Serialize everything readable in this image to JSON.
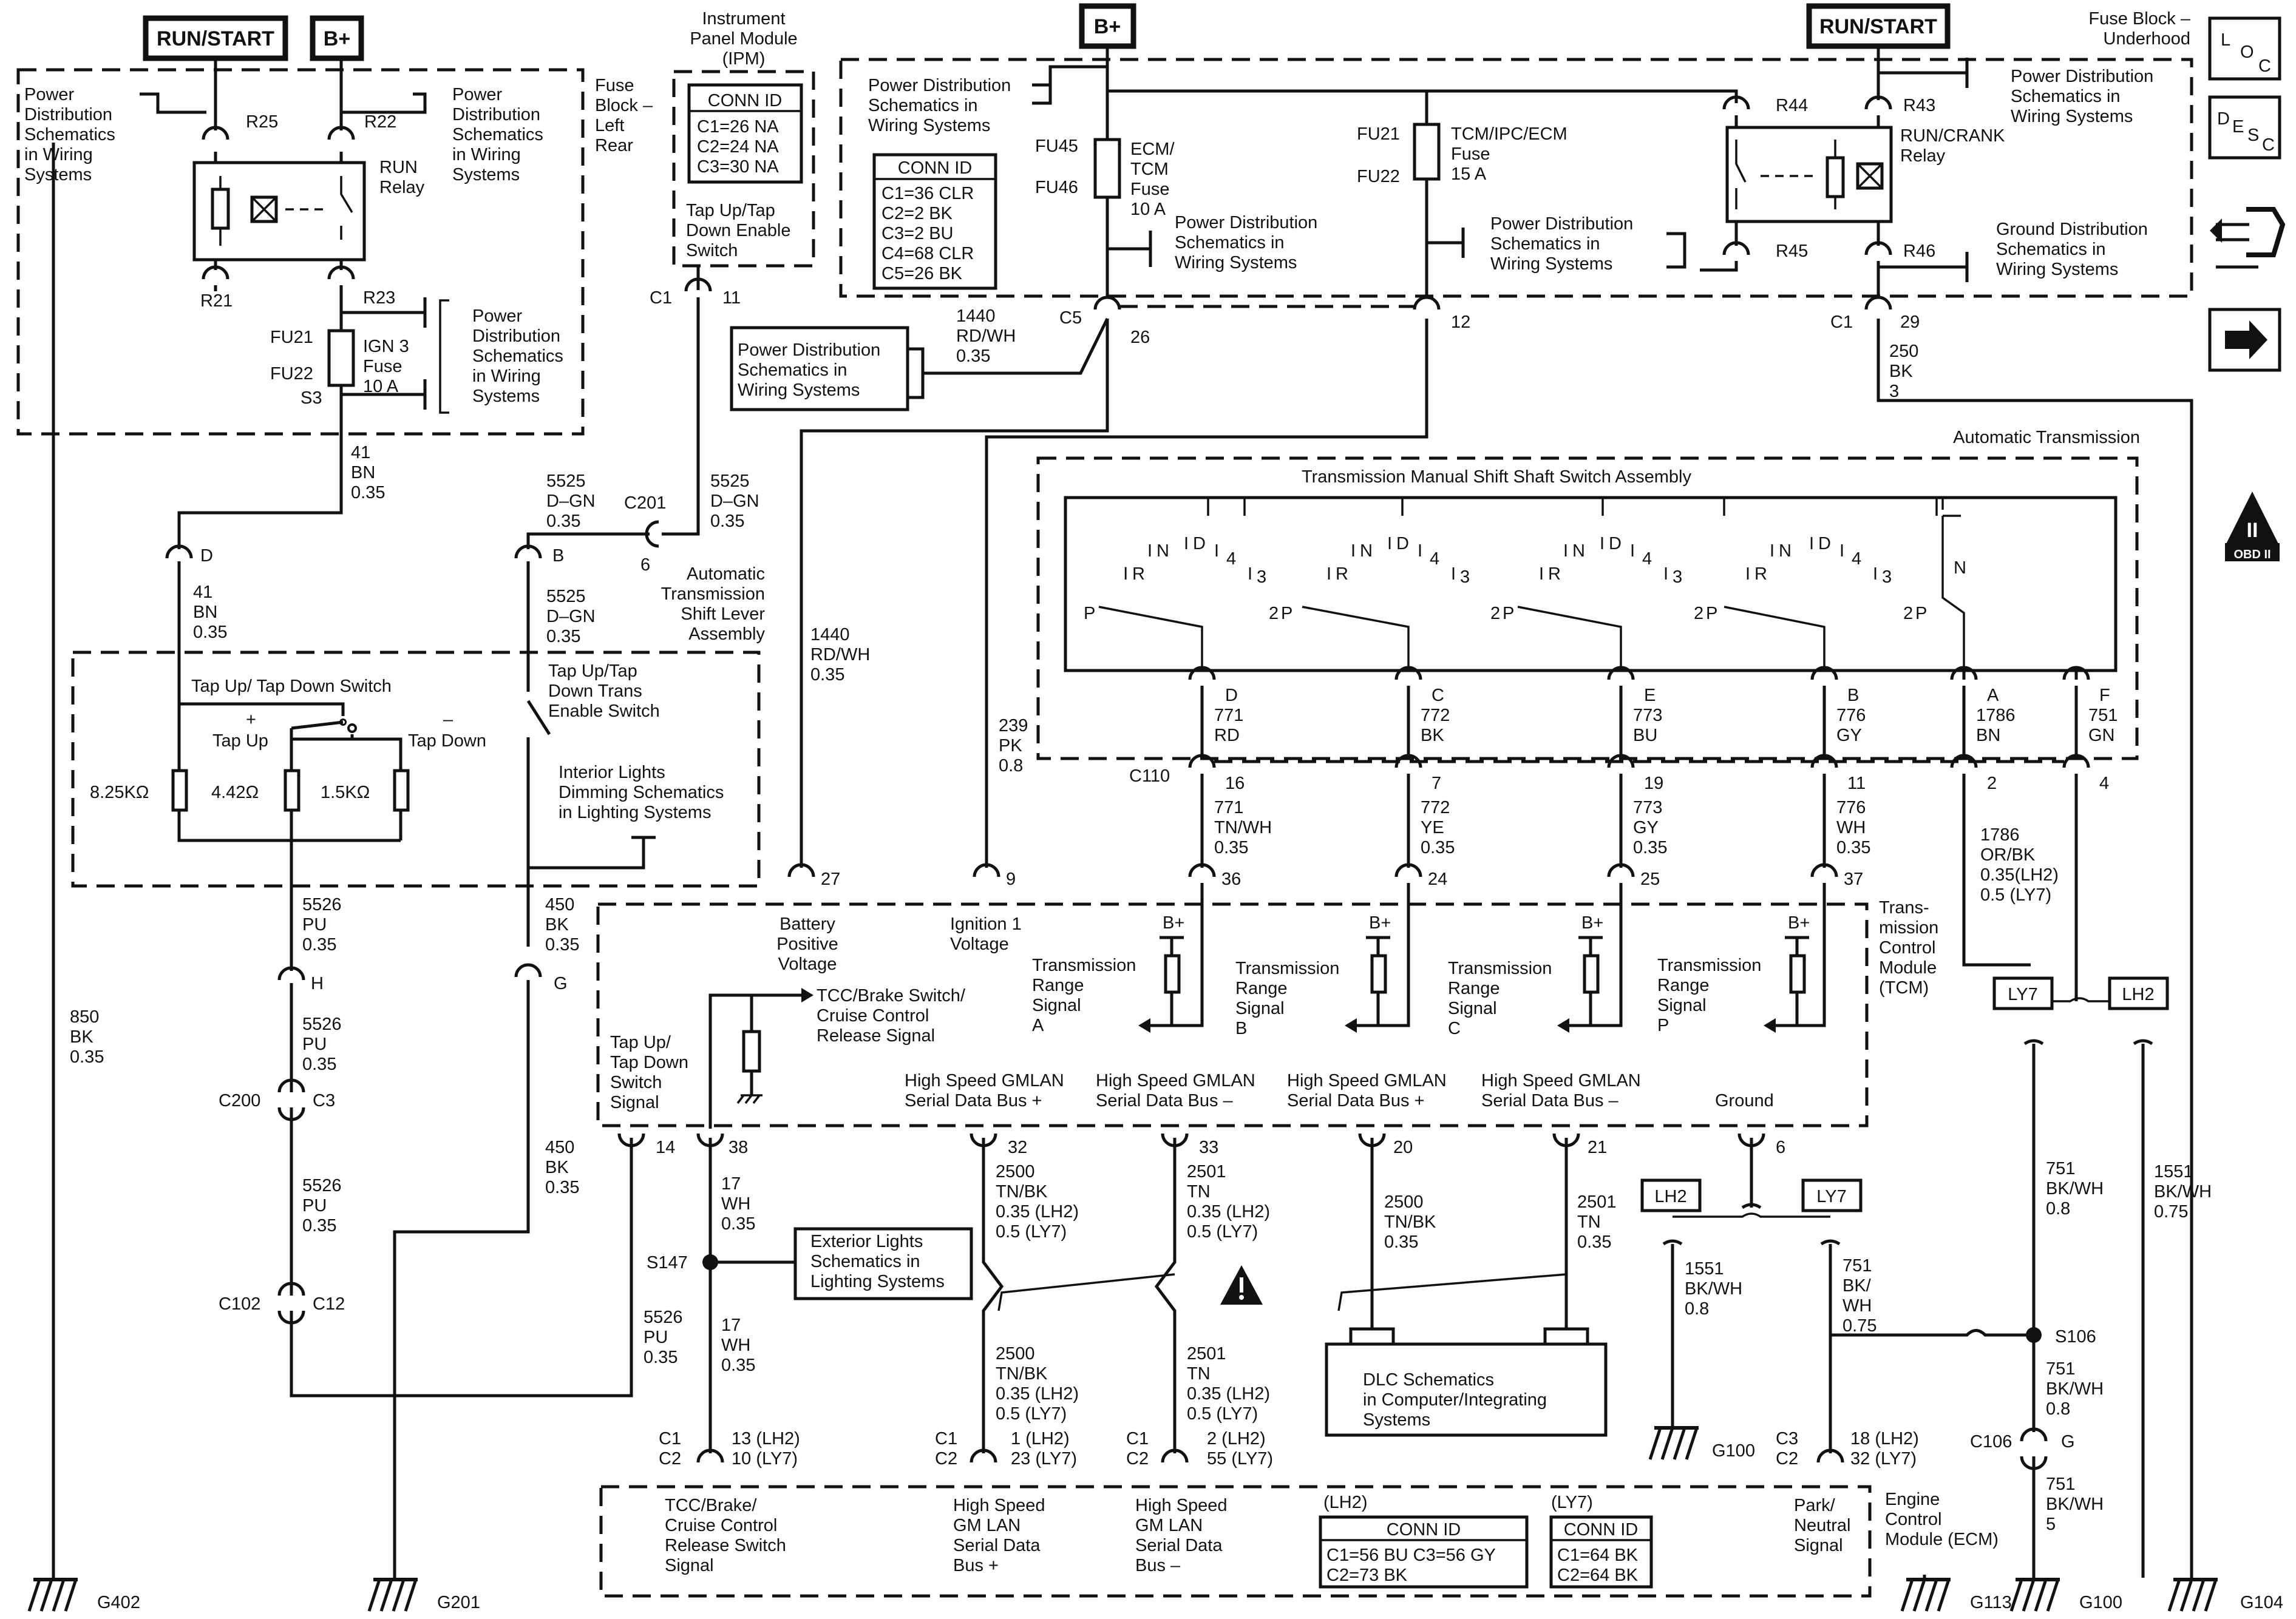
{
  "top_supplies": {
    "run_start_left": "RUN/START",
    "bplus_left": "B+",
    "bplus_center": "B+",
    "run_start_right": "RUN/START"
  },
  "fuse_block_left": {
    "title": [
      "Fuse",
      "Block –",
      "Left",
      "Rear"
    ],
    "pd_left_lines": [
      "Power",
      "Distribution",
      "Schematics",
      "in Wiring",
      "Systems"
    ],
    "pd_right_lines": [
      "Power",
      "Distribution",
      "Schematics",
      "in Wiring",
      "Systems"
    ],
    "pd_lower_lines": [
      "Power",
      "Distribution",
      "Schematics",
      "in Wiring",
      "Systems"
    ],
    "r25": "R25",
    "r22": "R22",
    "r21": "R21",
    "r23": "R23",
    "relay_lines": [
      "RUN",
      "Relay"
    ],
    "fu21": "FU21",
    "fu22": "FU22",
    "s3": "S3",
    "fuse_lines": [
      "IGN 3",
      "Fuse",
      "10 A"
    ]
  },
  "ipm": {
    "title_lines": [
      "Instrument",
      "Panel Module",
      "(IPM)"
    ],
    "conn_title": "CONN ID",
    "conn_lines": [
      "C1=26 NA",
      "C2=24 NA",
      "C3=30 NA"
    ],
    "switch_lines": [
      "Tap Up/Tap",
      "Down Enable",
      "Switch"
    ],
    "c1": "C1",
    "pin11": "11"
  },
  "fuse_block_underhood": {
    "title_lines": [
      "Fuse Block –",
      "Underhood"
    ],
    "pd1_lines": [
      "Power Distribution",
      "Schematics in",
      "Wiring Systems"
    ],
    "conn_title": "CONN ID",
    "conn_lines": [
      "C1=36 CLR",
      "C2=2 BK",
      "C3=2 BU",
      "C4=68 CLR",
      "C5=26 BK"
    ],
    "fu45": "FU45",
    "fu46": "FU46",
    "ecm_fuse_lines": [
      "ECM/",
      "TCM",
      "Fuse",
      "10 A"
    ],
    "pd2_lines": [
      "Power Distribution",
      "Schematics in",
      "Wiring Systems"
    ],
    "fu21": "FU21",
    "fu22": "FU22",
    "tcm_fuse_lines": [
      "TCM/IPC/ECM",
      "Fuse",
      "15 A"
    ],
    "pd3_lines": [
      "Power Distribution",
      "Schematics in",
      "Wiring Systems"
    ],
    "r44": "R44",
    "r43": "R43",
    "r45": "R45",
    "r46": "R46",
    "relay_lines": [
      "RUN/CRANK",
      "Relay"
    ],
    "pd4_lines": [
      "Power Distribution",
      "Schematics in",
      "Wiring Systems"
    ],
    "gd_lines": [
      "Ground Distribution",
      "Schematics in",
      "Wiring Systems"
    ],
    "c5": "C5",
    "pin26": "26",
    "pin12": "12",
    "c1": "C1",
    "pin29": "29"
  },
  "wires": {
    "w1440_top": [
      "1440",
      "RD/WH",
      "0.35"
    ],
    "w250": [
      "250",
      "BK",
      "3"
    ],
    "w41_top": [
      "41",
      "BN",
      "0.35"
    ],
    "w41_mid": [
      "41",
      "BN",
      "0.35"
    ],
    "w5525_a": [
      "5525",
      "D–GN",
      "0.35"
    ],
    "w5525_b": [
      "5525",
      "D–GN",
      "0.35"
    ],
    "w5525_c": [
      "5525",
      "D–GN",
      "0.35"
    ],
    "w1440_mid": [
      "1440",
      "RD/WH",
      "0.35"
    ],
    "w239": [
      "239",
      "PK",
      "0.8"
    ],
    "w5526_a": [
      "5526",
      "PU",
      "0.35"
    ],
    "w5526_b": [
      "5526",
      "PU",
      "0.35"
    ],
    "w5526_c": [
      "5526",
      "PU",
      "0.35"
    ],
    "w5526_d": [
      "5526",
      "PU",
      "0.35"
    ],
    "w450_a": [
      "450",
      "BK",
      "0.35"
    ],
    "w450_b": [
      "450",
      "BK",
      "0.35"
    ],
    "w850": [
      "850",
      "BK",
      "0.35"
    ],
    "w17_a": [
      "17",
      "WH",
      "0.35"
    ],
    "w17_b": [
      "17",
      "WH",
      "0.35"
    ],
    "w2500_a": [
      "2500",
      "TN/BK",
      "0.35  (LH2)",
      "0.5    (LY7)"
    ],
    "w2500_b": [
      "2500",
      "TN/BK",
      "0.35  (LH2)",
      "0.5    (LY7)"
    ],
    "w2501_a": [
      "2501",
      "TN",
      "0.35  (LH2)",
      "0.5    (LY7)"
    ],
    "w2501_b": [
      "2501",
      "TN",
      "0.35  (LH2)",
      "0.5    (LY7)"
    ],
    "w2500_c": [
      "2500",
      "TN/BK",
      "0.35"
    ],
    "w2501_c": [
      "2501",
      "TN",
      "0.35"
    ],
    "w771": [
      "771",
      "RD"
    ],
    "w772": [
      "772",
      "BK"
    ],
    "w773": [
      "773",
      "BU"
    ],
    "w776": [
      "776",
      "GY"
    ],
    "w1786": [
      "1786",
      "BN"
    ],
    "w751": [
      "751",
      "GN"
    ],
    "w771b": [
      "771",
      "TN/WH",
      "0.35"
    ],
    "w772b": [
      "772",
      "YE",
      "0.35"
    ],
    "w773b": [
      "773",
      "GY",
      "0.35"
    ],
    "w776b": [
      "776",
      "WH",
      "0.35"
    ],
    "w1786b": [
      "1786",
      "OR/BK",
      "0.35(LH2)",
      "0.5   (LY7)"
    ],
    "w751_a": [
      "751",
      "BK/WH",
      "0.8"
    ],
    "w1551_a": [
      "1551",
      "BK/WH",
      "0.75"
    ],
    "w1551_b": [
      "1551",
      "BK/WH",
      "0.8"
    ],
    "w751_b": [
      "751",
      "BK/",
      "WH",
      "0.75"
    ],
    "w751_c": [
      "751",
      "BK/WH",
      "0.8"
    ],
    "w751_d": [
      "751",
      "BK/WH",
      "5"
    ]
  },
  "connectors": {
    "c201": "C201",
    "pin6": "6",
    "D": "D",
    "B": "B",
    "H": "H",
    "G": "G",
    "c200": "C200",
    "c3": "C3",
    "c102": "C102",
    "c12": "C12",
    "c110": "C110",
    "p16": "16",
    "p7": "7",
    "p19": "19",
    "p11": "11",
    "p2": "2",
    "p4": "4",
    "p27": "27",
    "p9": "9",
    "p36": "36",
    "p24": "24",
    "p25": "25",
    "p37": "37",
    "p14": "14",
    "p38": "38",
    "p32": "32",
    "p33": "33",
    "p20": "20",
    "p21": "21",
    "p6": "6",
    "s147": "S147",
    "s106": "S106",
    "c106": "C106",
    "g_pin": "G",
    "pinD": "D",
    "pinC": "C",
    "pinE": "E",
    "pinB": "B",
    "pinA": "A",
    "pinF": "F",
    "bc1": "C1",
    "bc2": "C2",
    "b13": "13  (LH2)",
    "b10": "10  (LY7)",
    "bc1b": "C1",
    "bc2b": "C2",
    "b1": "1   (LH2)",
    "b23": "23  (LY7)",
    "bc1c": "C1",
    "bc2c": "C2",
    "b2": "2   (LH2)",
    "b55": "55  (LY7)",
    "bc3": "C3",
    "bc2d": "C2",
    "b18": "18  (LH2)",
    "b32": "32  (LY7)"
  },
  "shift_lever": {
    "title_lines": [
      "Automatic",
      "Transmission",
      "Shift Lever",
      "Assembly"
    ],
    "tap_switch": "Tap Up/ Tap Down Switch",
    "plus": "+",
    "minus": "–",
    "tap_up": "Tap Up",
    "tap_down": "Tap Down",
    "r1": "8.25KΩ",
    "r2": "4.42Ω",
    "r3": "1.5KΩ",
    "enable_lines": [
      "Tap Up/Tap",
      "Down Trans",
      "Enable Switch"
    ],
    "interior_lines": [
      "Interior Lights",
      "Dimming Schematics",
      "in Lighting Systems"
    ]
  },
  "auto_trans": {
    "title": "Automatic Transmission",
    "assembly": "Transmission Manual Shift Shaft Switch Assembly"
  },
  "tcm": {
    "title_lines": [
      "Trans-",
      "mission",
      "Control",
      "Module",
      "(TCM)"
    ],
    "battery_lines": [
      "Battery",
      "Positive",
      "Voltage"
    ],
    "ignition_lines": [
      "Ignition 1",
      "Voltage"
    ],
    "range_a": [
      "Transmission",
      "Range",
      "Signal",
      "A"
    ],
    "range_b": [
      "Transmission",
      "Range",
      "Signal",
      "B"
    ],
    "range_c": [
      "Transmission",
      "Range",
      "Signal",
      "C"
    ],
    "range_p": [
      "Transmission",
      "Range",
      "Signal",
      "P"
    ],
    "bplus": "B+",
    "tcc_lines": [
      "TCC/Brake Switch/",
      "Cruise Control",
      "Release Signal"
    ],
    "tap_lines": [
      "Tap Up/",
      "Tap Down",
      "Switch",
      "Signal"
    ],
    "gmlan_pos": [
      "High Speed GMLAN",
      "Serial Data Bus +"
    ],
    "gmlan_neg": [
      "High Speed GMLAN",
      "Serial Data Bus –"
    ],
    "ground": "Ground"
  },
  "misc": {
    "exterior_lines": [
      "Exterior Lights",
      "Schematics in",
      "Lighting Systems"
    ],
    "pd_box_lines": [
      "Power Distribution",
      "Schematics in",
      "Wiring Systems"
    ],
    "dlc_lines": [
      "DLC Schematics",
      "in Computer/Integrating",
      "Systems"
    ],
    "ly7": "LY7",
    "lh2": "LH2",
    "ly7b": "LY7",
    "lh2b": "LH2"
  },
  "ecm": {
    "tcc_lines": [
      "TCC/Brake/",
      "Cruise Control",
      "Release Switch",
      "Signal"
    ],
    "gmlan_pos": [
      "High Speed",
      "GM LAN",
      "Serial Data",
      "Bus +"
    ],
    "gmlan_neg": [
      "High Speed",
      "GM LAN",
      "Serial Data",
      "Bus –"
    ],
    "lh2_label": "(LH2)",
    "ly7_label": "(LY7)",
    "conn_title": "CONN ID",
    "lh2_conn": [
      "C1=56 BU  C3=56 GY",
      "C2=73 BK"
    ],
    "ly7_conn": [
      "C1=64 BK",
      "C2=64 BK"
    ],
    "park_lines": [
      "Park/",
      "Neutral",
      "Signal"
    ],
    "title_lines": [
      "Engine",
      "Control",
      "Module (ECM)"
    ]
  },
  "grounds": {
    "g402": "G402",
    "g201": "G201",
    "g100a": "G100",
    "g113": "G113",
    "g100b": "G100",
    "g104": "G104"
  },
  "nav": {
    "loc": "LOC",
    "l": "L",
    "o": "O",
    "c": "C",
    "desc_d": "D",
    "desc_e": "E",
    "desc_s": "S",
    "desc_c": "C",
    "obd": "OBD II",
    "obd_ii": "II"
  }
}
